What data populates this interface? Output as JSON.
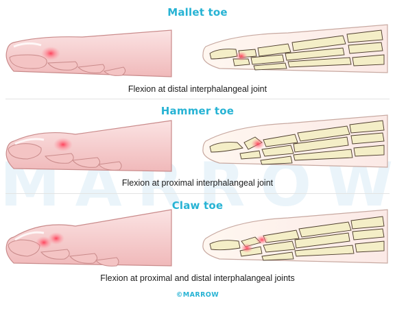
{
  "watermark": "MARROW",
  "panels": [
    {
      "title": "Mallet toe",
      "caption": "Flexion at distal interphalangeal joint"
    },
    {
      "title": "Hammer toe",
      "caption": "Flexion at proximal interphalangeal joint"
    },
    {
      "title": "Claw toe",
      "caption": "Flexion at proximal and distal interphalangeal joints"
    }
  ],
  "brand": "©MARROW",
  "colors": {
    "title": "#27b3d4",
    "skin": "#f6cfcf",
    "skin_outline": "#c98a8a",
    "bone": "#f4eec7",
    "bone_outline": "#4a3a2a",
    "highlight": "#ff5a6e"
  }
}
